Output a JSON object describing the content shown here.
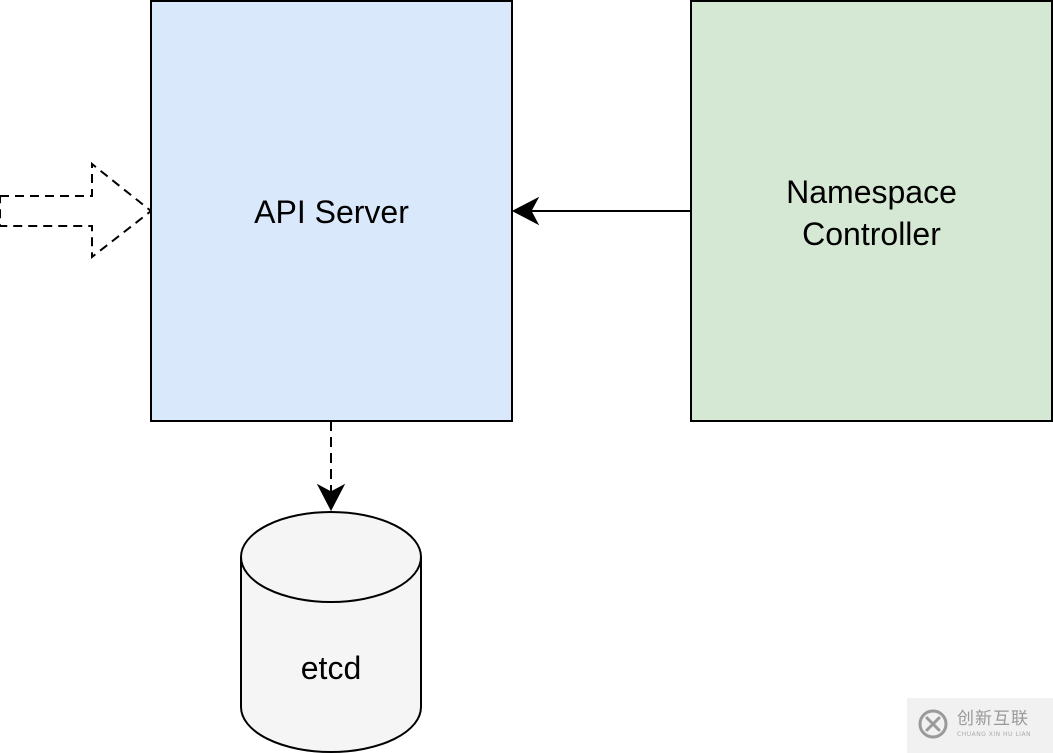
{
  "diagram": {
    "nodes": {
      "api_server": {
        "label": "API Server",
        "fill": "#dae8fc"
      },
      "namespace_controller": {
        "label": "Namespace\nController",
        "fill": "#d5e8d4"
      },
      "etcd": {
        "label": "etcd",
        "fill": "#f5f5f5"
      }
    },
    "edges": [
      {
        "from": "external",
        "to": "api_server",
        "style": "dashed-block-arrow"
      },
      {
        "from": "namespace_controller",
        "to": "api_server",
        "style": "solid-arrow"
      },
      {
        "from": "api_server",
        "to": "etcd",
        "style": "dashed-arrow"
      }
    ]
  },
  "watermark": {
    "text": "创新互联",
    "subtext": "CHUANG XIN HU LIAN"
  }
}
